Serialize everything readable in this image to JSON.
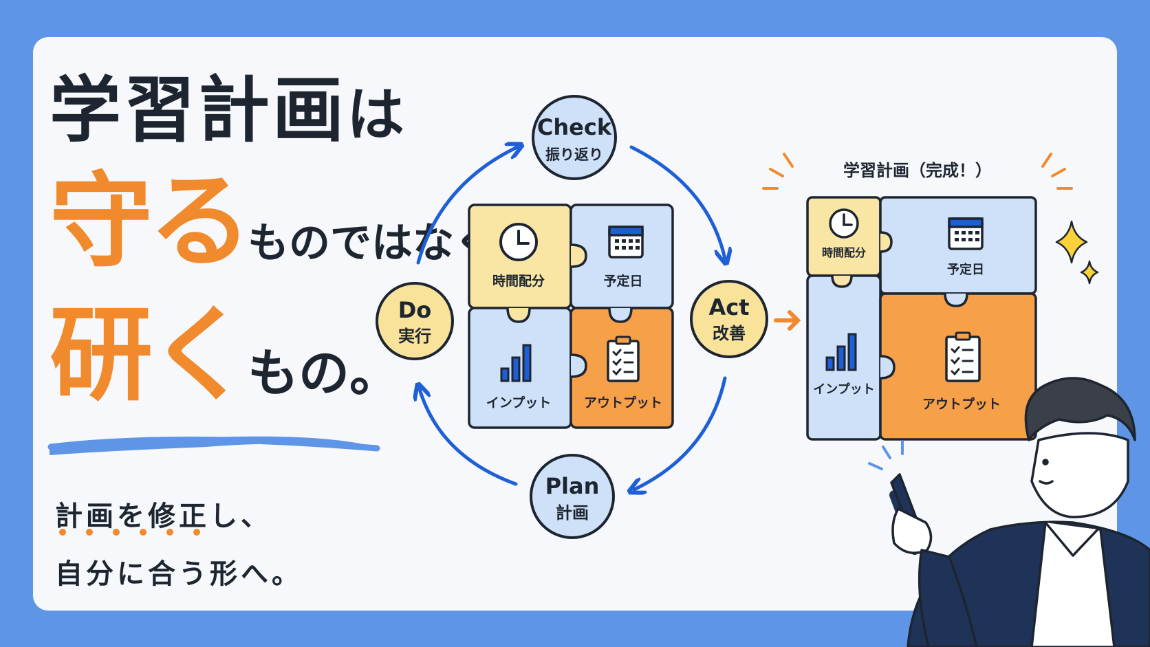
{
  "headline": {
    "line1_main": "学習計画",
    "line1_particle": "は",
    "line2_accent": "守る",
    "line2_tail": "ものではなく、",
    "line3_accent": "研く",
    "line3_tail": "もの。"
  },
  "subtext": {
    "line1": "計画を修正し、",
    "line2": "自分に合う形へ。"
  },
  "cycle": {
    "check": {
      "en": "Check",
      "jp": "振り返り"
    },
    "act": {
      "en": "Act",
      "jp": "改善"
    },
    "plan": {
      "en": "Plan",
      "jp": "計画"
    },
    "do": {
      "en": "Do",
      "jp": "実行"
    }
  },
  "puzzle": {
    "time": "時間配分",
    "schedule": "予定日",
    "input": "インプット",
    "output": "アウトプット"
  },
  "completed": {
    "title": "学習計画（完成！）",
    "time": "時間配分",
    "schedule": "予定日",
    "input": "インプット",
    "output": "アウトプット"
  },
  "colors": {
    "frame": "#5e95e6",
    "panel": "#f6f8fc",
    "accent_orange": "#f08a2c",
    "piece_yellow": "#fae6a4",
    "piece_blue": "#cfe1f8",
    "piece_orange": "#f6a04a",
    "circle_yellow": "#f9e29a",
    "circle_blue": "#cfe1f8",
    "arrow_blue": "#1f5fd6",
    "ink": "#1d2530"
  },
  "icons": [
    "clock-icon",
    "calendar-icon",
    "bar-chart-icon",
    "checklist-icon",
    "sparkle-icon",
    "burst-icon",
    "pen-icon"
  ]
}
